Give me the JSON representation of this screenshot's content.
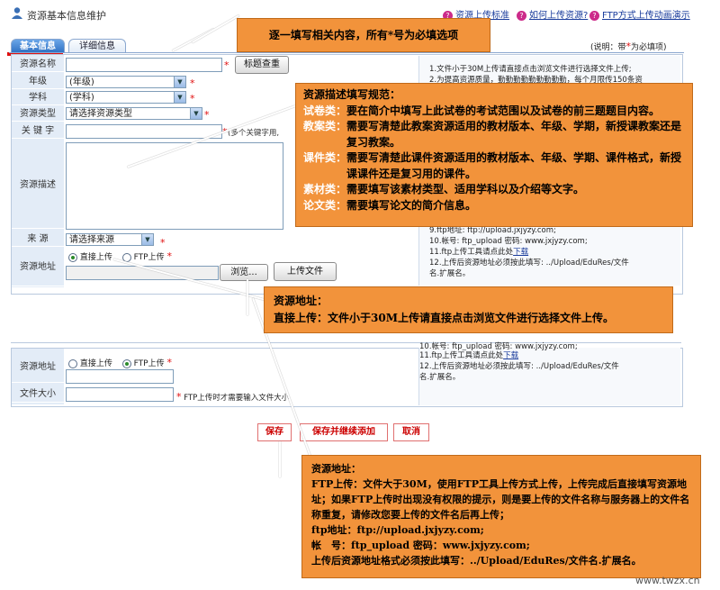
{
  "header": {
    "title": "资源基本信息维护",
    "links": [
      "资源上传标准",
      "如何上传资源?",
      "FTP方式上传动画演示"
    ]
  },
  "tabs": [
    "基本信息",
    "详细信息"
  ],
  "legend_note": "(说明：带",
  "legend_note_star": "*",
  "legend_note_tail": "为必填项)",
  "form": {
    "name_label": "资源名称",
    "grade_label": "年级",
    "grade_value": "(年级)",
    "subject_label": "学科",
    "subject_value": "(学科)",
    "type_label": "资源类型",
    "type_value": "请选择资源类型",
    "keyword_label": "关 键 字",
    "keyword_hint": "(多个关键字用,",
    "desc_label": "资源描述",
    "source_label": "来 源",
    "source_value": "请选择来源",
    "address_label": "资源地址",
    "radio_direct": "直接上传",
    "radio_ftp": "FTP上传",
    "browse_button": "浏览...",
    "upload_button": "上传文件",
    "title_check_button": "标题查重"
  },
  "notes_top": [
    "1.文件小于30M上传请直接点击浏览文件进行选择文件上传;",
    "2.为提高资源质量，勤勤勤勤勤勤勤勤勤，每个月限传150条资"
  ],
  "notes_mid": [
    "9.ftp地址: ftp://upload.jxjyzy.com;",
    "10.帐号: ftp_upload 密码: www.jxjyzy.com;",
    "11.ftp上传工具请点此处",
    "下载",
    "12.上传后资源地址必须按此填写: ../Upload/EduRes/文件",
    "名.扩展名。"
  ],
  "lower_form": {
    "address_label": "资源地址",
    "radio_direct": "直接上传",
    "radio_ftp": "FTP上传",
    "filesize_label": "文件大小",
    "filesize_hint": "FTP上传时才需要输入文件大小"
  },
  "notes_lower": [
    "10.帐号: ftp_upload 密码: www.jxjyzy.com;",
    "11.ftp上传工具请点此处",
    "下载",
    "12.上传后资源地址必须按此填写: ../Upload/EduRes/文件",
    "名.扩展名。"
  ],
  "buttons": {
    "save": "保存",
    "save_continue": "保存并继续添加",
    "cancel": "取消"
  },
  "callouts": {
    "c1": "逐一填写相关内容，所有*号为必填选项",
    "c2_title": "资源描述填写规范：",
    "c2_lines": [
      [
        "试卷类：",
        "要在简介中填写上此试卷的考试范围以及试卷的前三题题目内容。"
      ],
      [
        "教案类：",
        "需要写清楚此教案资源适用的教材版本、年级、学期，新授课教案还是复习教案。"
      ],
      [
        "课件类：",
        "需要写清楚此课件资源适用的教材版本、年级、学期、课件格式，新授课课件还是复习用的课件。"
      ],
      [
        "素材类：",
        "需要填写该素材类型、适用学科以及介绍等文字。"
      ],
      [
        "论文类：",
        "需要填写论文的简介信息。"
      ]
    ],
    "c3_title": "资源地址：",
    "c3_line_label": "直接上传：",
    "c3_line": "文件小于30M上传请直接点击浏览文件进行选择文件上传。",
    "c4_title": "资源地址：",
    "c4_lines": [
      "FTP上传：文件大于30M，使用FTP工具上传方式上传，上传完成后直接填写资源地址；如果FTP上传时出现没有权限的提示，则是要上传的文件名称与服务器上的文件名称重复，请修改您要上传的文件名后再上传；",
      "ftp地址：ftp://upload.jxjyzy.com;",
      "帐　号：ftp_upload 密码：www.jxjyzy.com;",
      "上传后资源地址格式必须按此填写：../Upload/EduRes/文件名.扩展名。"
    ]
  },
  "watermark": "www.twzx.cn"
}
